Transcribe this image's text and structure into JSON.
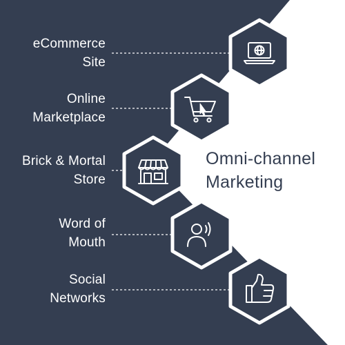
{
  "colors": {
    "background": "#343e51",
    "white_panel": "#ffffff",
    "hexagon_fill": "#343e51",
    "hexagon_border": "#ffffff",
    "icon": "#ffffff",
    "connector": "#ffffff"
  },
  "title": {
    "line1": "Omni-channel",
    "line2": "Marketing"
  },
  "channels": [
    {
      "line1": "eCommerce",
      "line2": "Site",
      "icon": "laptop-globe-icon"
    },
    {
      "line1": "Online",
      "line2": "Marketplace",
      "icon": "shopping-cart-icon"
    },
    {
      "line1": "Brick & Mortal",
      "line2": "Store",
      "icon": "storefront-icon"
    },
    {
      "line1": "Word of",
      "line2": "Mouth",
      "icon": "speaking-person-icon"
    },
    {
      "line1": "Social",
      "line2": "Networks",
      "icon": "thumbs-up-icon"
    }
  ]
}
